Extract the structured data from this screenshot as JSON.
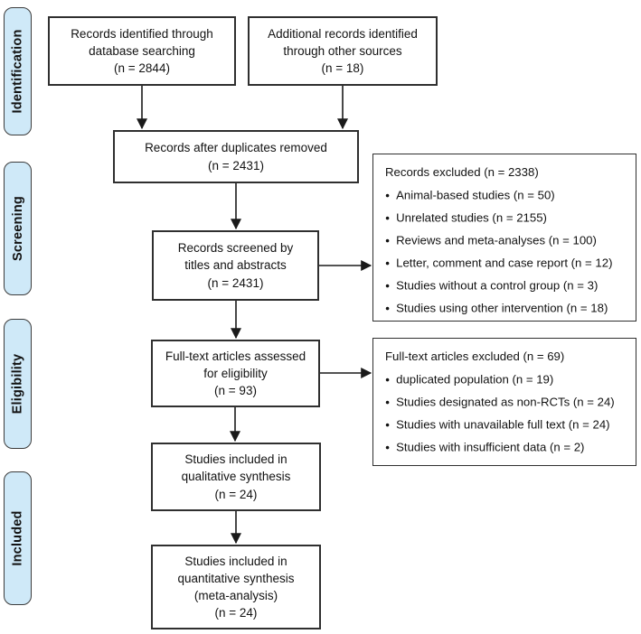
{
  "colors": {
    "stage_fill": "#cfe9f8",
    "stage_border": "#3c3c3c",
    "box_border": "#2f2f2f",
    "arrow": "#1a1a1a",
    "text": "#121212",
    "background": "#ffffff"
  },
  "stages": [
    {
      "id": "identification",
      "label": "Identification"
    },
    {
      "id": "screening",
      "label": "Screening"
    },
    {
      "id": "eligibility",
      "label": "Eligibility"
    },
    {
      "id": "included",
      "label": "Included"
    }
  ],
  "flow": {
    "identified_db": "Records identified through\ndatabase searching\n(n = 2844)",
    "identified_other": "Additional records identified\nthrough other sources\n(n = 18)",
    "after_duplicates": "Records after duplicates removed\n(n = 2431)",
    "screened": "Records screened by\ntitles and abstracts\n(n = 2431)",
    "fulltext_assessed": "Full-text articles assessed\nfor eligibility\n(n = 93)",
    "qualitative": "Studies included in\nqualitative synthesis\n(n = 24)",
    "quantitative": "Studies included in\nquantitative synthesis\n(meta-analysis)\n(n = 24)"
  },
  "records_excluded": {
    "title": "Records excluded (n = 2338)",
    "items": [
      "Animal-based studies (n = 50)",
      "Unrelated studies (n = 2155)",
      "Reviews and meta-analyses (n = 100)",
      "Letter, comment and case report (n = 12)",
      "Studies without a control group (n = 3)",
      "Studies using other intervention (n = 18)"
    ]
  },
  "fulltext_excluded": {
    "title": "Full-text articles excluded (n = 69)",
    "items": [
      "duplicated population (n = 19)",
      "Studies designated as non-RCTs (n = 24)",
      "Studies with unavailable full text (n = 24)",
      "Studies with insufficient data (n = 2)"
    ]
  },
  "edges": [
    {
      "from": "identified-db",
      "to": "after-duplicates"
    },
    {
      "from": "identified-other",
      "to": "after-duplicates"
    },
    {
      "from": "after-duplicates",
      "to": "screened"
    },
    {
      "from": "screened",
      "to": "records-excluded"
    },
    {
      "from": "screened",
      "to": "fulltext-assessed"
    },
    {
      "from": "fulltext-assessed",
      "to": "fulltext-excluded"
    },
    {
      "from": "fulltext-assessed",
      "to": "qualitative"
    },
    {
      "from": "qualitative",
      "to": "quantitative"
    }
  ]
}
